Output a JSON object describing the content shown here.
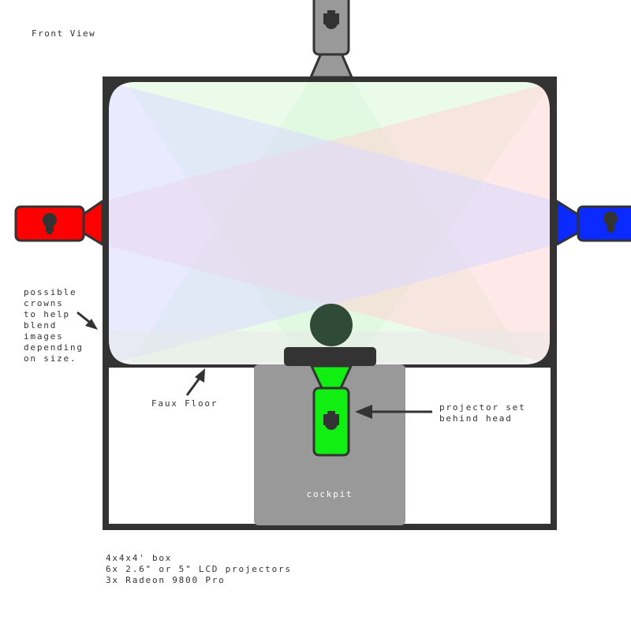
{
  "title": "Front View",
  "labels": {
    "crowns": [
      "possible",
      "crowns",
      "to help",
      "blend",
      "images",
      "depending",
      "on size."
    ],
    "floor": "Faux Floor",
    "projector_note": [
      "projector set",
      "behind head"
    ],
    "cockpit": "cockpit"
  },
  "specs": [
    "4x4x4' box",
    "6x 2.6\" or 5\" LCD projectors",
    "3x Radeon 9800 Pro"
  ],
  "projectors": [
    {
      "name": "top",
      "color": "#999999"
    },
    {
      "name": "left",
      "color": "#ff0000"
    },
    {
      "name": "right",
      "color": "#0a2aff"
    },
    {
      "name": "cockpit",
      "color": "#11ee11"
    }
  ],
  "projection_tints": {
    "green": "#d8f8d8",
    "red": "#ffd6d6",
    "blue": "#d8d8ff"
  },
  "colors": {
    "frame": "#333333",
    "screen": "#ffffff",
    "cockpit": "#999999",
    "head": "#2f4a36"
  }
}
